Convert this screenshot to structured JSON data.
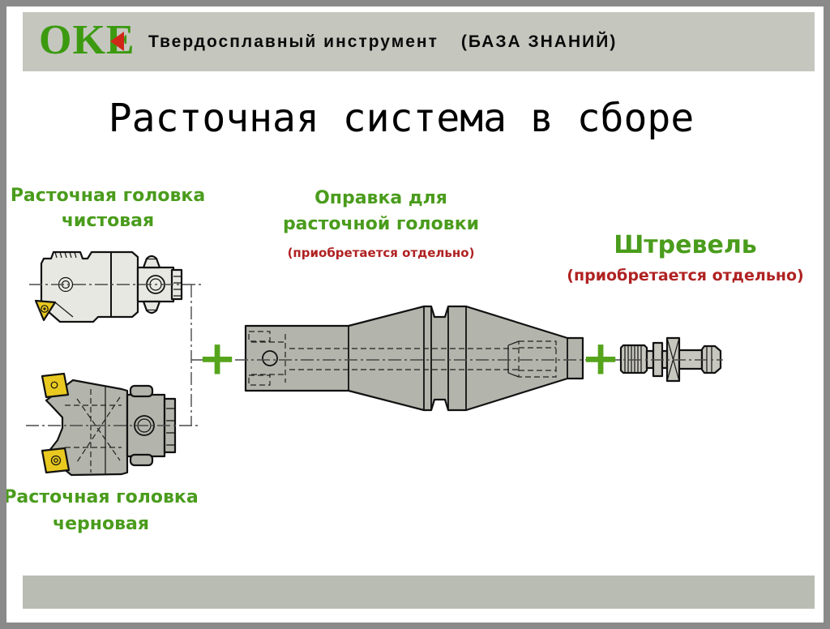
{
  "header": {
    "logo": "OKE",
    "title": "Твердосплавный инструмент",
    "subtitle": "(БАЗА ЗНАНИЙ)"
  },
  "slide": {
    "title": "Расточная система в сборе"
  },
  "labels": {
    "finishing_head_line1": "Расточная головка",
    "finishing_head_line2": "чистовая",
    "arbor_line1": "Оправка для",
    "arbor_line2": "расточной головки",
    "arbor_note": "(приобретается отдельно)",
    "pull_stud_title": "Штревель",
    "pull_stud_note": "(приобретается отдельно)",
    "roughing_head_line1": "Расточная головка",
    "roughing_head_line2": "черновая"
  },
  "connectors": {
    "plus_left": "+",
    "plus_right": "+"
  },
  "colors": {
    "label_green": "#4a9c1c",
    "note_red": "#b02222",
    "plus_green": "#56a41c",
    "logo_green": "#3c9a10",
    "logo_red": "#d02818",
    "header_bar": "#c5c7bf",
    "footer_bar": "#b9bcb3",
    "frame_gray": "#8a8a8a"
  }
}
